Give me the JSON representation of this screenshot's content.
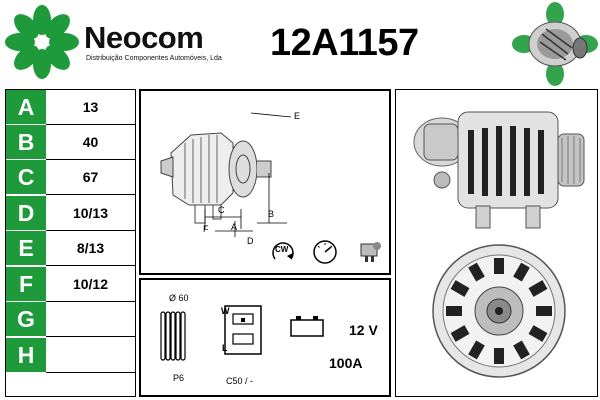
{
  "brand": {
    "name": "Neocom",
    "subtitle": "Distribuição Componentes Automóveis, Lda",
    "accent_color": "#1f9a3a"
  },
  "part_number": "12A1157",
  "specs": [
    {
      "letter": "A",
      "value": "13"
    },
    {
      "letter": "B",
      "value": "40"
    },
    {
      "letter": "C",
      "value": "67"
    },
    {
      "letter": "D",
      "value": "10/13"
    },
    {
      "letter": "E",
      "value": "8/13"
    },
    {
      "letter": "F",
      "value": "10/12"
    },
    {
      "letter": "G",
      "value": ""
    },
    {
      "letter": "H",
      "value": ""
    }
  ],
  "diagram": {
    "labels": {
      "e": "E",
      "c": "C",
      "b": "B",
      "f": "F",
      "a": "A",
      "d": "D",
      "cw": "CW"
    },
    "icons": [
      "alternator-outline-drawing",
      "rotation-cw-icon",
      "gauge-icon",
      "connector-icon"
    ]
  },
  "electrical": {
    "pulley_diameter": "Ø 60",
    "pulley_type": "P6",
    "plug_label_w": "W",
    "plug_label_l": "L",
    "plug_code": "C50 / -",
    "voltage": "12 V",
    "amperage": "100A"
  }
}
